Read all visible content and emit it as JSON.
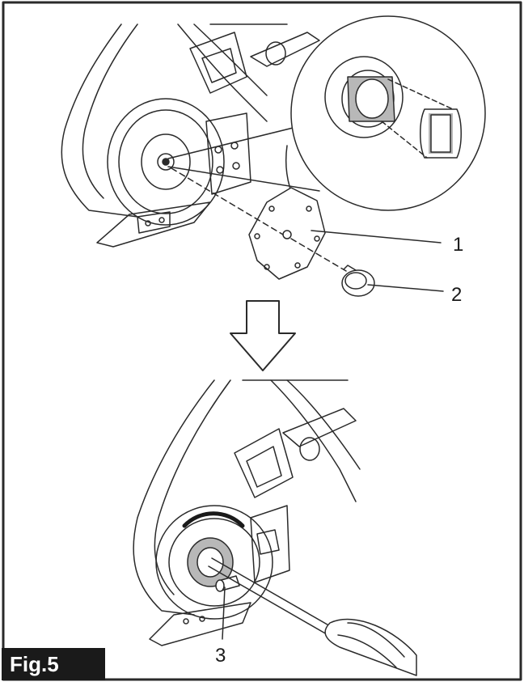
{
  "figure": {
    "label": "Fig.5",
    "callouts": [
      {
        "number": "1"
      },
      {
        "number": "2"
      },
      {
        "number": "3"
      }
    ]
  },
  "colors": {
    "line": "#2a2a2a",
    "shade": "#b8b8b8",
    "label_bg": "#1a1a1a",
    "label_text": "#ffffff"
  }
}
